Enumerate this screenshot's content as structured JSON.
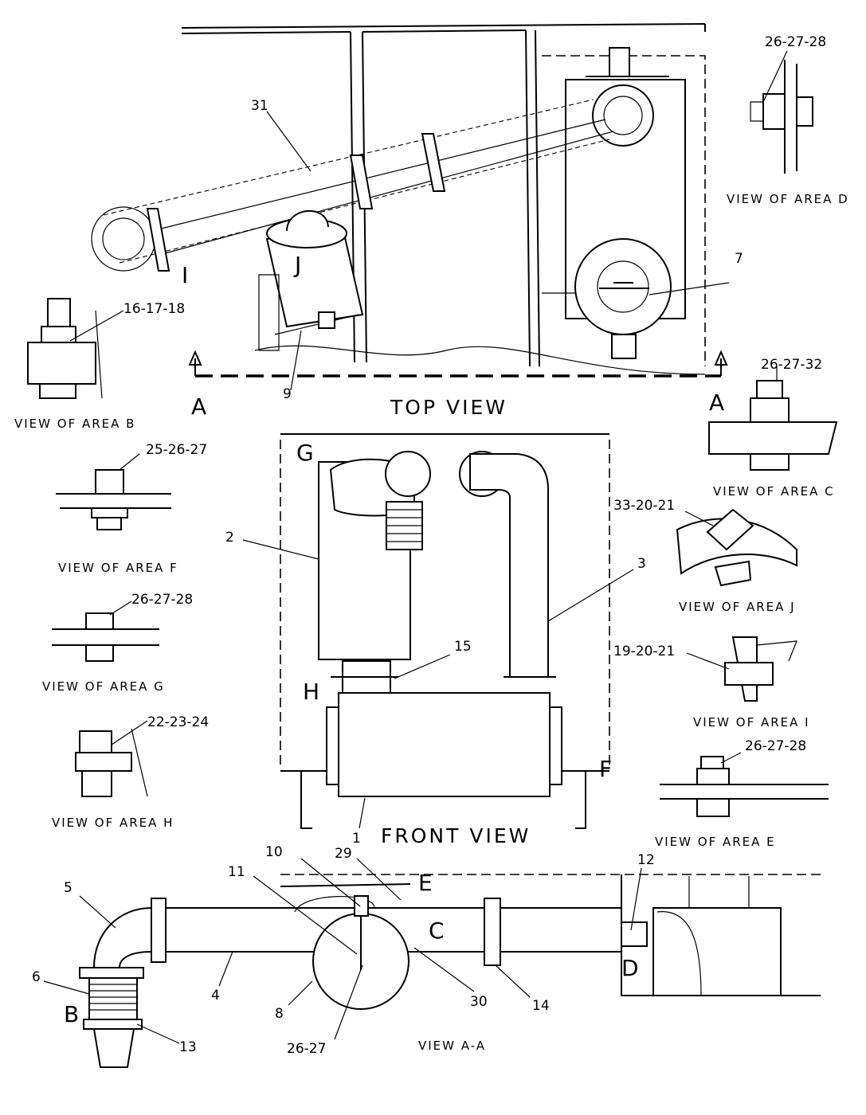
{
  "views": {
    "top": "TOP VIEW",
    "front": "FRONT VIEW",
    "section": "VIEW A-A"
  },
  "section_markers": {
    "left": "A",
    "right": "A"
  },
  "detail_views": {
    "area_b": "VIEW OF AREA B",
    "area_c": "VIEW OF AREA C",
    "area_d": "VIEW OF AREA D",
    "area_e": "VIEW OF AREA E",
    "area_f": "VIEW OF AREA F",
    "area_g": "VIEW OF AREA G",
    "area_h": "VIEW OF AREA H",
    "area_i": "VIEW OF AREA I",
    "area_j": "VIEW OF AREA J"
  },
  "area_letters": {
    "b": "B",
    "c": "C",
    "d": "D",
    "e": "E",
    "f": "F",
    "g": "G",
    "h": "H",
    "i": "I",
    "j": "J"
  },
  "callouts": {
    "c1": "1",
    "c2": "2",
    "c3": "3",
    "c4": "4",
    "c5": "5",
    "c6": "6",
    "c7": "7",
    "c8": "8",
    "c9": "9",
    "c10": "10",
    "c11": "11",
    "c12": "12",
    "c13": "13",
    "c14": "14",
    "c15": "15",
    "c29": "29",
    "c30": "30",
    "c31": "31",
    "d_26_27_28_top": "26-27-28",
    "d_16_17_18": "16-17-18",
    "d_25_26_27": "25-26-27",
    "d_26_27_28_g": "26-27-28",
    "d_22_23_24": "22-23-24",
    "d_26_27_32": "26-27-32",
    "d_33_20_21": "33-20-21",
    "d_19_20_21": "19-20-21",
    "d_26_27_28_e": "26-27-28",
    "d_26_27": "26-27"
  }
}
